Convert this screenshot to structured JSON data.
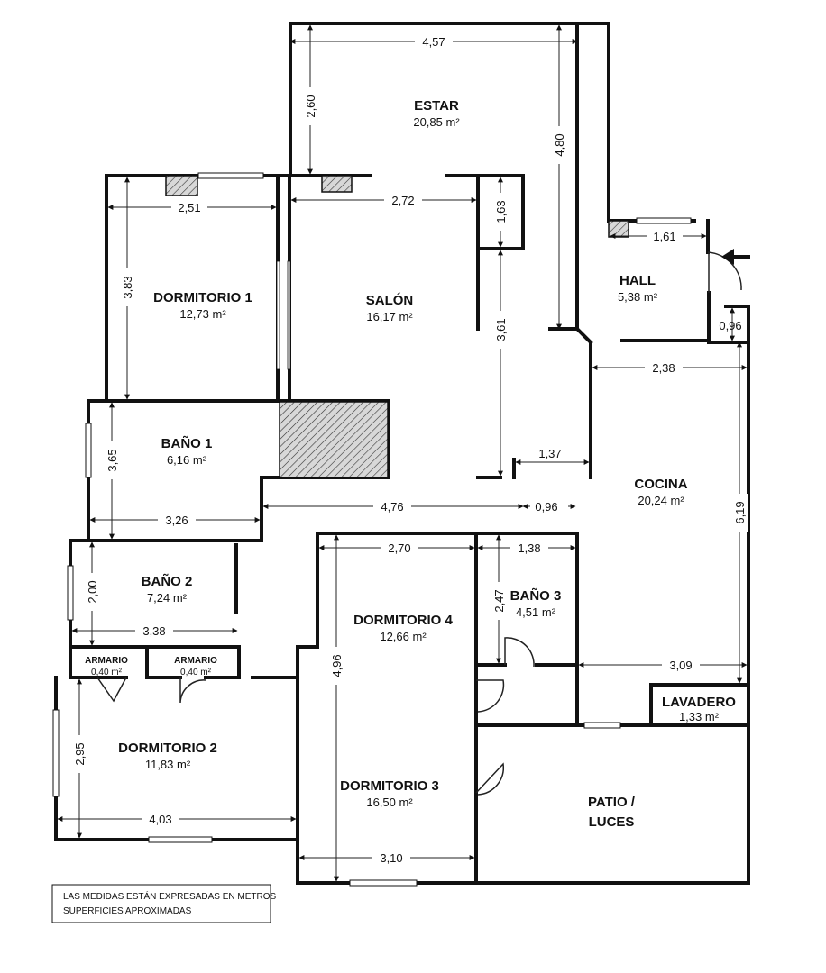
{
  "rooms": {
    "estar": {
      "name": "ESTAR",
      "area": "20,85 m²"
    },
    "dormitorio1": {
      "name": "DORMITORIO 1",
      "area": "12,73 m²"
    },
    "salon": {
      "name": "SALÓN",
      "area": "16,17 m²"
    },
    "hall": {
      "name": "HALL",
      "area": "5,38 m²"
    },
    "bano1": {
      "name": "BAÑO 1",
      "area": "6,16 m²"
    },
    "cocina": {
      "name": "COCINA",
      "area": "20,24 m²"
    },
    "bano2": {
      "name": "BAÑO 2",
      "area": "7,24 m²"
    },
    "dormitorio4": {
      "name": "DORMITORIO 4",
      "area": "12,66 m²"
    },
    "bano3": {
      "name": "BAÑO 3",
      "area": "4,51 m²"
    },
    "armario1": {
      "name": "ARMARIO",
      "area": "0,40 m²"
    },
    "armario2": {
      "name": "ARMARIO",
      "area": "0,40 m²"
    },
    "lavadero": {
      "name": "LAVADERO",
      "area": "1,33 m²"
    },
    "dormitorio2": {
      "name": "DORMITORIO 2",
      "area": "11,83 m²"
    },
    "dormitorio3": {
      "name": "DORMITORIO 3",
      "area": "16,50 m²"
    },
    "patio": {
      "line1": "PATIO /",
      "line2": "LUCES"
    }
  },
  "dimensions": {
    "estar_width": "4,57",
    "estar_depth": "2,60",
    "estar_right": "4,80",
    "dorm1_width": "2,51",
    "dorm1_height": "3,83",
    "salon_width": "2,72",
    "closet_depth": "1,63",
    "hall_width": "1,61",
    "hall_step": "0,96",
    "cocina_top": "2,38",
    "salon_height": "3,61",
    "salon_step": "1,37",
    "bano1_height": "3,65",
    "bano1_width": "3,26",
    "corridor_width": "4,76",
    "corridor_step": "0,96",
    "cocina_height": "6,19",
    "bano2_height": "2,00",
    "bano2_width": "3,38",
    "dorm4_width": "2,70",
    "bano3_width": "1,38",
    "bano3_height": "2,47",
    "dorm4_height": "4,96",
    "cocina_bottom": "3,09",
    "dorm2_height": "2,95",
    "dorm2_width": "4,03",
    "dorm3_width": "3,10"
  },
  "note": {
    "line1": "LAS MEDIDAS ESTÁN EXPRESADAS EN METROS",
    "line2": "SUPERFICIES APROXIMADAS"
  }
}
